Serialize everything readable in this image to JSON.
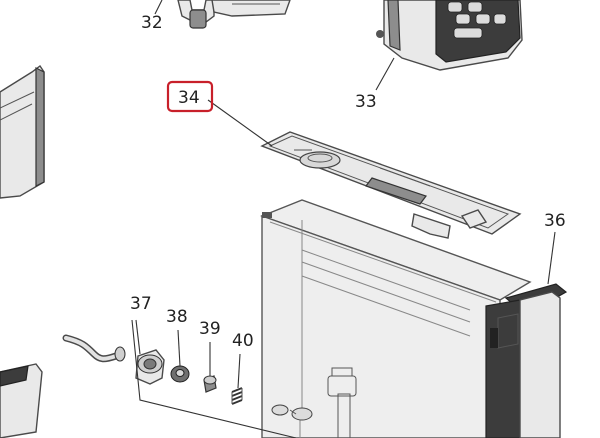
{
  "callouts": [
    {
      "id": "32",
      "label": "32"
    },
    {
      "id": "33",
      "label": "33"
    },
    {
      "id": "34",
      "label": "34",
      "highlight_color": "#c8202a"
    },
    {
      "id": "36",
      "label": "36"
    },
    {
      "id": "37",
      "label": "37"
    },
    {
      "id": "38",
      "label": "38"
    },
    {
      "id": "39",
      "label": "39"
    },
    {
      "id": "40",
      "label": "40"
    }
  ]
}
